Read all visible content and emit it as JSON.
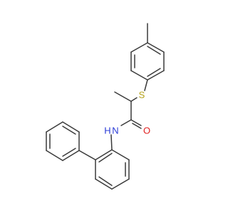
{
  "molecule": {
    "atom_labels": {
      "sulfur": "S",
      "nitrogen": "N",
      "hydrogen": "H",
      "oxygen": "O"
    },
    "colors": {
      "bond": "#3a3a3a",
      "sulfur": "#b5a21a",
      "nitrogen": "#2a3bd6",
      "oxygen": "#e02020"
    }
  }
}
